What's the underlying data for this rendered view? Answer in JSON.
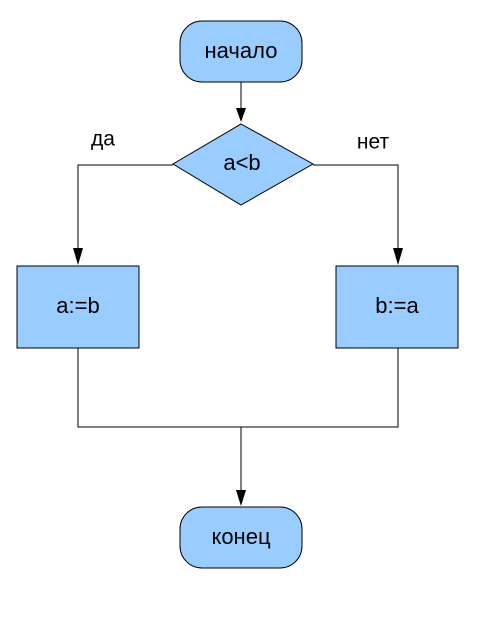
{
  "diagram": {
    "nodes": {
      "start": {
        "label": "начало"
      },
      "condition": {
        "label": "a<b"
      },
      "assign_left": {
        "label": "a:=b"
      },
      "assign_right": {
        "label": "b:=a"
      },
      "end": {
        "label": "конец"
      }
    },
    "branches": {
      "yes": {
        "label": "да"
      },
      "no": {
        "label": "нет"
      }
    }
  },
  "colors": {
    "node_fill": "#99ccff",
    "line": "#000000",
    "background": "#ffffff"
  }
}
